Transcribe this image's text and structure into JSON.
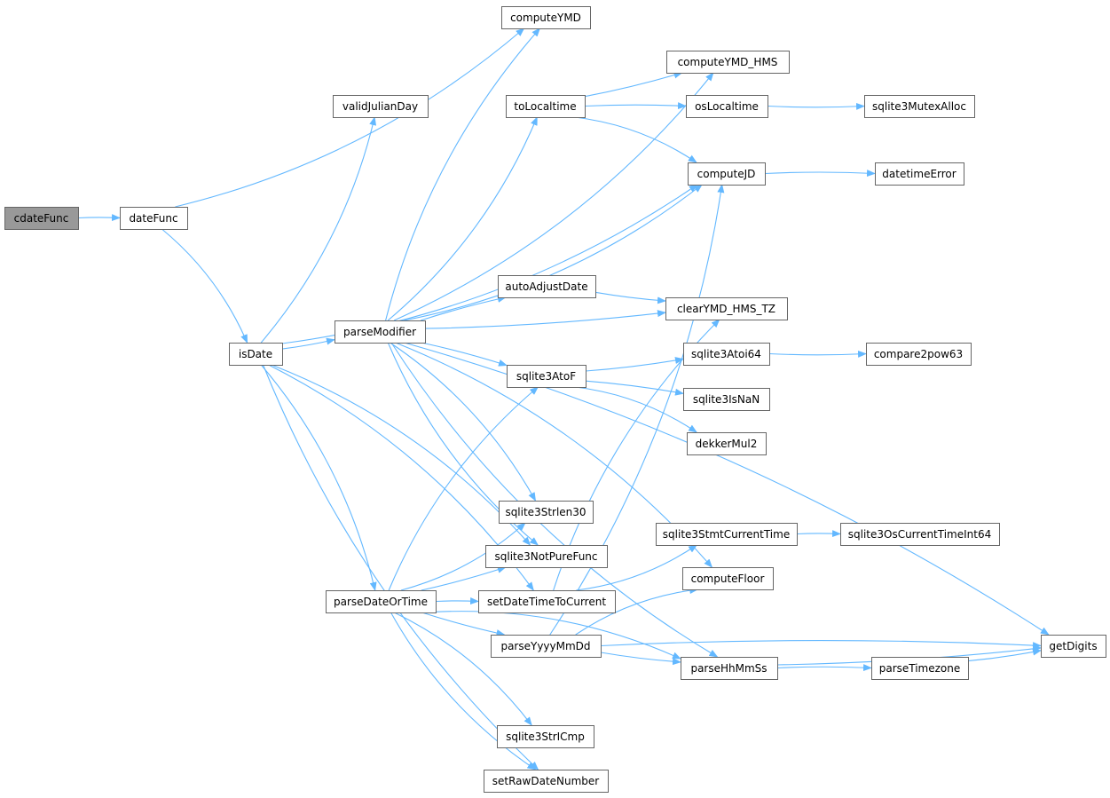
{
  "graph": {
    "colors": {
      "edge": "#63b8ff",
      "node_border": "#666666",
      "node_fill": "#ffffff",
      "root_fill": "#999999",
      "text": "#000000"
    },
    "nodes": [
      {
        "id": "cdateFunc",
        "label": "cdateFunc",
        "root": true
      },
      {
        "id": "dateFunc",
        "label": "dateFunc"
      },
      {
        "id": "computeYMD",
        "label": "computeYMD"
      },
      {
        "id": "isDate",
        "label": "isDate"
      },
      {
        "id": "computeJD",
        "label": "computeJD"
      },
      {
        "id": "parseDateOrTime",
        "label": "parseDateOrTime"
      },
      {
        "id": "parseModifier",
        "label": "parseModifier"
      },
      {
        "id": "setDateTimeToCurrent",
        "label": "setDateTimeToCurrent"
      },
      {
        "id": "setRawDateNumber",
        "label": "setRawDateNumber"
      },
      {
        "id": "sqlite3NotPureFunc",
        "label": "sqlite3NotPureFunc"
      },
      {
        "id": "validJulianDay",
        "label": "validJulianDay"
      },
      {
        "id": "datetimeError",
        "label": "datetimeError"
      },
      {
        "id": "parseHhMmSs",
        "label": "parseHhMmSs"
      },
      {
        "id": "parseYyyyMmDd",
        "label": "parseYyyyMmDd"
      },
      {
        "id": "sqlite3AtoF",
        "label": "sqlite3AtoF"
      },
      {
        "id": "sqlite3StrICmp",
        "label": "sqlite3StrICmp"
      },
      {
        "id": "sqlite3Strlen30",
        "label": "sqlite3Strlen30"
      },
      {
        "id": "getDigits",
        "label": "getDigits"
      },
      {
        "id": "parseTimezone",
        "label": "parseTimezone"
      },
      {
        "id": "computeFloor",
        "label": "computeFloor"
      },
      {
        "id": "dekkerMul2",
        "label": "dekkerMul2"
      },
      {
        "id": "sqlite3Atoi64",
        "label": "sqlite3Atoi64"
      },
      {
        "id": "sqlite3IsNaN",
        "label": "sqlite3IsNaN"
      },
      {
        "id": "compare2pow63",
        "label": "compare2pow63"
      },
      {
        "id": "sqlite3StmtCurrentTime",
        "label": "sqlite3StmtCurrentTime"
      },
      {
        "id": "sqlite3OsCurrentTimeInt64",
        "label": "sqlite3OsCurrentTimeInt64"
      },
      {
        "id": "autoAdjustDate",
        "label": "autoAdjustDate"
      },
      {
        "id": "clearYMD_HMS_TZ",
        "label": "clearYMD_HMS_TZ"
      },
      {
        "id": "computeYMD_HMS",
        "label": "computeYMD_HMS"
      },
      {
        "id": "toLocaltime",
        "label": "toLocaltime"
      },
      {
        "id": "osLocaltime",
        "label": "osLocaltime"
      },
      {
        "id": "sqlite3MutexAlloc",
        "label": "sqlite3MutexAlloc"
      }
    ],
    "edges": [
      [
        "cdateFunc",
        "dateFunc"
      ],
      [
        "dateFunc",
        "computeYMD"
      ],
      [
        "dateFunc",
        "isDate"
      ],
      [
        "isDate",
        "computeJD"
      ],
      [
        "isDate",
        "parseDateOrTime"
      ],
      [
        "isDate",
        "parseModifier"
      ],
      [
        "isDate",
        "setDateTimeToCurrent"
      ],
      [
        "isDate",
        "setRawDateNumber"
      ],
      [
        "isDate",
        "sqlite3NotPureFunc"
      ],
      [
        "isDate",
        "validJulianDay"
      ],
      [
        "parseDateOrTime",
        "parseHhMmSs"
      ],
      [
        "parseDateOrTime",
        "parseYyyyMmDd"
      ],
      [
        "parseDateOrTime",
        "setDateTimeToCurrent"
      ],
      [
        "parseDateOrTime",
        "setRawDateNumber"
      ],
      [
        "parseDateOrTime",
        "sqlite3AtoF"
      ],
      [
        "parseDateOrTime",
        "sqlite3NotPureFunc"
      ],
      [
        "parseDateOrTime",
        "sqlite3StrICmp"
      ],
      [
        "parseDateOrTime",
        "sqlite3Strlen30"
      ],
      [
        "parseModifier",
        "autoAdjustDate"
      ],
      [
        "parseModifier",
        "clearYMD_HMS_TZ"
      ],
      [
        "parseModifier",
        "computeFloor"
      ],
      [
        "parseModifier",
        "computeJD"
      ],
      [
        "parseModifier",
        "computeYMD"
      ],
      [
        "parseModifier",
        "computeYMD_HMS"
      ],
      [
        "parseModifier",
        "getDigits"
      ],
      [
        "parseModifier",
        "parseHhMmSs"
      ],
      [
        "parseModifier",
        "sqlite3AtoF"
      ],
      [
        "parseModifier",
        "sqlite3NotPureFunc"
      ],
      [
        "parseModifier",
        "sqlite3Strlen30"
      ],
      [
        "parseModifier",
        "toLocaltime"
      ],
      [
        "computeJD",
        "datetimeError"
      ],
      [
        "parseHhMmSs",
        "getDigits"
      ],
      [
        "parseHhMmSs",
        "parseTimezone"
      ],
      [
        "parseTimezone",
        "getDigits"
      ],
      [
        "parseYyyyMmDd",
        "computeFloor"
      ],
      [
        "parseYyyyMmDd",
        "computeJD"
      ],
      [
        "parseYyyyMmDd",
        "getDigits"
      ],
      [
        "parseYyyyMmDd",
        "parseHhMmSs"
      ],
      [
        "sqlite3AtoF",
        "dekkerMul2"
      ],
      [
        "sqlite3AtoF",
        "sqlite3Atoi64"
      ],
      [
        "sqlite3AtoF",
        "sqlite3IsNaN"
      ],
      [
        "sqlite3Atoi64",
        "compare2pow63"
      ],
      [
        "setDateTimeToCurrent",
        "clearYMD_HMS_TZ"
      ],
      [
        "setDateTimeToCurrent",
        "sqlite3StmtCurrentTime"
      ],
      [
        "sqlite3StmtCurrentTime",
        "sqlite3OsCurrentTimeInt64"
      ],
      [
        "autoAdjustDate",
        "clearYMD_HMS_TZ"
      ],
      [
        "toLocaltime",
        "computeJD"
      ],
      [
        "toLocaltime",
        "computeYMD_HMS"
      ],
      [
        "toLocaltime",
        "osLocaltime"
      ],
      [
        "osLocaltime",
        "sqlite3MutexAlloc"
      ]
    ]
  }
}
